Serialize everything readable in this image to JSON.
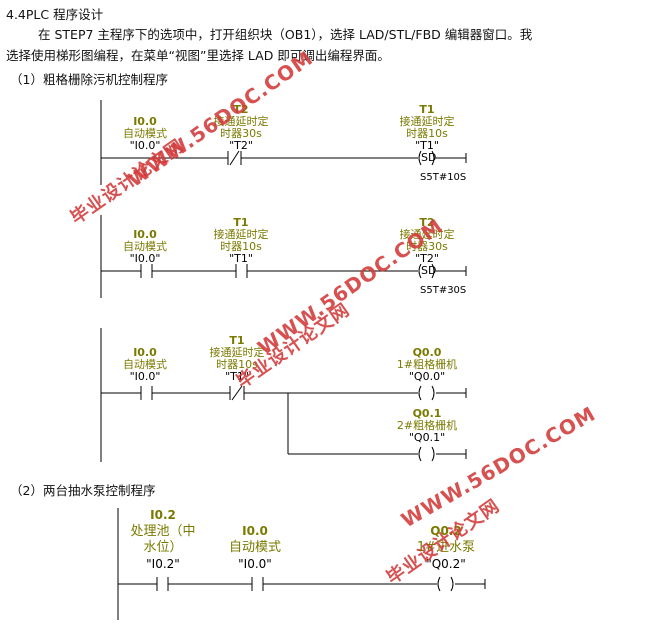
{
  "section_title": "4.4PLC 程序设计",
  "intro_line1": "在 STEP7 主程序下的选项中，打开组织块（OB1），选择 LAD/STL/FBD 编辑器窗口。我",
  "intro_line2": "选择使用梯形图编程，在菜单“视图”里选择 LAD 即可调出编程界面。",
  "sub1": "（1）粗格栅除污机控制程序",
  "sub2": "（2）两台抽水泵控制程序",
  "net1": {
    "c1_addr": "I0.0",
    "c1_sym": "自动模式",
    "c1_op": "\"I0.0\"",
    "c2_addr": "T2",
    "c2_sym1": "接通延时定",
    "c2_sym2": "时器30s",
    "c2_op": "\"T2\"",
    "coil_addr": "T1",
    "coil_sym1": "接通延时定",
    "coil_sym2": "时器10s",
    "coil_op": "\"T1\"",
    "coil_type": "SD",
    "preset": "S5T#10S"
  },
  "net2": {
    "c1_addr": "I0.0",
    "c1_sym": "自动模式",
    "c1_op": "\"I0.0\"",
    "c2_addr": "T1",
    "c2_sym1": "接通延时定",
    "c2_sym2": "时器10s",
    "c2_op": "\"T1\"",
    "coil_addr": "T2",
    "coil_sym1": "接通延时定",
    "coil_sym2": "时器30s",
    "coil_op": "\"T2\"",
    "coil_type": "SD",
    "preset": "S5T#30S"
  },
  "net3": {
    "c1_addr": "I0.0",
    "c1_sym": "自动模式",
    "c1_op": "\"I0.0\"",
    "c2_addr": "T1",
    "c2_sym1": "接通延时定",
    "c2_sym2": "时器10s",
    "c2_op": "\"T1\"",
    "coil1_addr": "Q0.0",
    "coil1_sym": "1#粗格栅机",
    "coil1_op": "\"Q0.0\"",
    "coil2_addr": "Q0.1",
    "coil2_sym": "2#粗格栅机",
    "coil2_op": "\"Q0.1\""
  },
  "net4": {
    "c1_addr": "I0.2",
    "c1_sym1": "处理池（中",
    "c1_sym2": "水位）",
    "c1_op": "\"I0.2\"",
    "c2_addr": "I0.0",
    "c2_sym": "自动模式",
    "c2_op": "\"I0.0\"",
    "coil_addr": "Q0.2",
    "coil_sym": "1#进水泵",
    "coil_op": "\"Q0.2\""
  },
  "watermarks": {
    "url": "WWW.56DOC.COM",
    "cn": "毕业设计论文网"
  },
  "colors": {
    "watermark": "#d23a3a",
    "ladder_symbol": "#7a7a00"
  }
}
